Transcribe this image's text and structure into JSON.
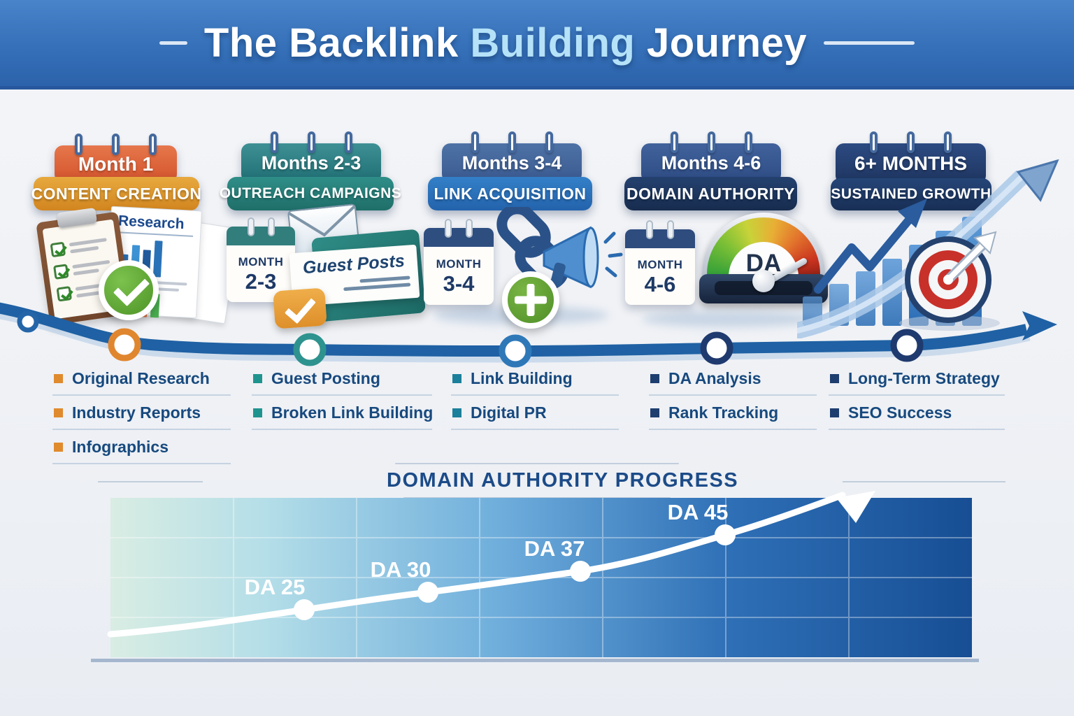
{
  "header": {
    "title": {
      "part1": "The",
      "part2": "Backlink",
      "part3": "Building",
      "part4": "Journey"
    },
    "accent_color": "#B5E2F8",
    "banner_color": "#3570B8"
  },
  "stages": [
    {
      "month_label": "Month 1",
      "phase_label": "CONTENT CREATION",
      "calendar_color": "#D4532B",
      "pill_color": "#DD9530",
      "bullet_color": "#E08A2E",
      "icons": [
        "clipboard-checklist-icon",
        "research-document-icon",
        "check-circle-icon"
      ],
      "research_doc_title": "Research",
      "bullets": [
        "Original Research",
        "Industry Reports",
        "Infographics"
      ]
    },
    {
      "month_label": "Months 2-3",
      "phase_label": "OUTREACH CAMPAIGNS",
      "calendar_color": "#2A8286",
      "pill_color": "#27817B",
      "bullet_color": "#1F948E",
      "icons": [
        "mini-calendar-icon",
        "envelope-icon",
        "folder-icon",
        "guest-posts-card-icon",
        "check-badge-icon"
      ],
      "mini_calendar": {
        "line1": "MONTH",
        "line2": "2-3"
      },
      "card_text": "Guest Posts",
      "bullets": [
        "Guest Posting",
        "Broken Link Building"
      ]
    },
    {
      "month_label": "Months 3-4",
      "phase_label": "LINK ACQUISITION",
      "calendar_color": "#44659C",
      "pill_color": "#2B72BA",
      "bullet_color": "#1B809B",
      "icons": [
        "mini-calendar-icon",
        "chain-link-icon",
        "megaphone-icon",
        "plus-circle-icon"
      ],
      "mini_calendar": {
        "line1": "MONTH",
        "line2": "3-4"
      },
      "bullets": [
        "Link Building",
        "Digital PR"
      ]
    },
    {
      "month_label": "Months 4-6",
      "phase_label": "DOMAIN AUTHORITY",
      "calendar_color": "#385790",
      "pill_color": "#1E3760",
      "bullet_color": "#1E3E6F",
      "icons": [
        "mini-calendar-icon",
        "da-gauge-icon"
      ],
      "mini_calendar": {
        "line1": "MONTH",
        "line2": "4-6"
      },
      "gauge_label": "DA",
      "bullets": [
        "DA Analysis",
        "Rank Tracking"
      ]
    },
    {
      "month_label": "6+ MONTHS",
      "phase_label": "SUSTAINED GROWTH",
      "calendar_color": "#25406F",
      "pill_color": "#1F3A64",
      "bullet_color": "#1E3E6F",
      "icons": [
        "growth-bars-icon",
        "zigzag-arrow-icon",
        "growth-swoosh-arrow-icon",
        "target-bullseye-icon"
      ],
      "bullets": [
        "Long-Term Strategy",
        "SEO Success"
      ]
    }
  ],
  "timeline": {
    "node_colors": [
      "#2465A8",
      "#E0862E",
      "#2E938E",
      "#2E78B8",
      "#1F3A6E",
      "#1F3A6E"
    ],
    "band_color": "#1F61A4"
  },
  "chart_data": {
    "type": "line",
    "title": "DOMAIN AUTHORITY PROGRESS",
    "points": [
      {
        "label": "DA 25",
        "value": 25
      },
      {
        "label": "DA 30",
        "value": 30
      },
      {
        "label": "DA 37",
        "value": 37
      },
      {
        "label": "DA 45",
        "value": 45
      }
    ],
    "trend": "rising line ending in arrow",
    "ylim": [
      20,
      50
    ],
    "grid": true,
    "legend": false,
    "line_color": "#FFFFFF",
    "background_gradient": [
      "#D9EDE3",
      "#6FAEDC",
      "#174E94"
    ]
  }
}
